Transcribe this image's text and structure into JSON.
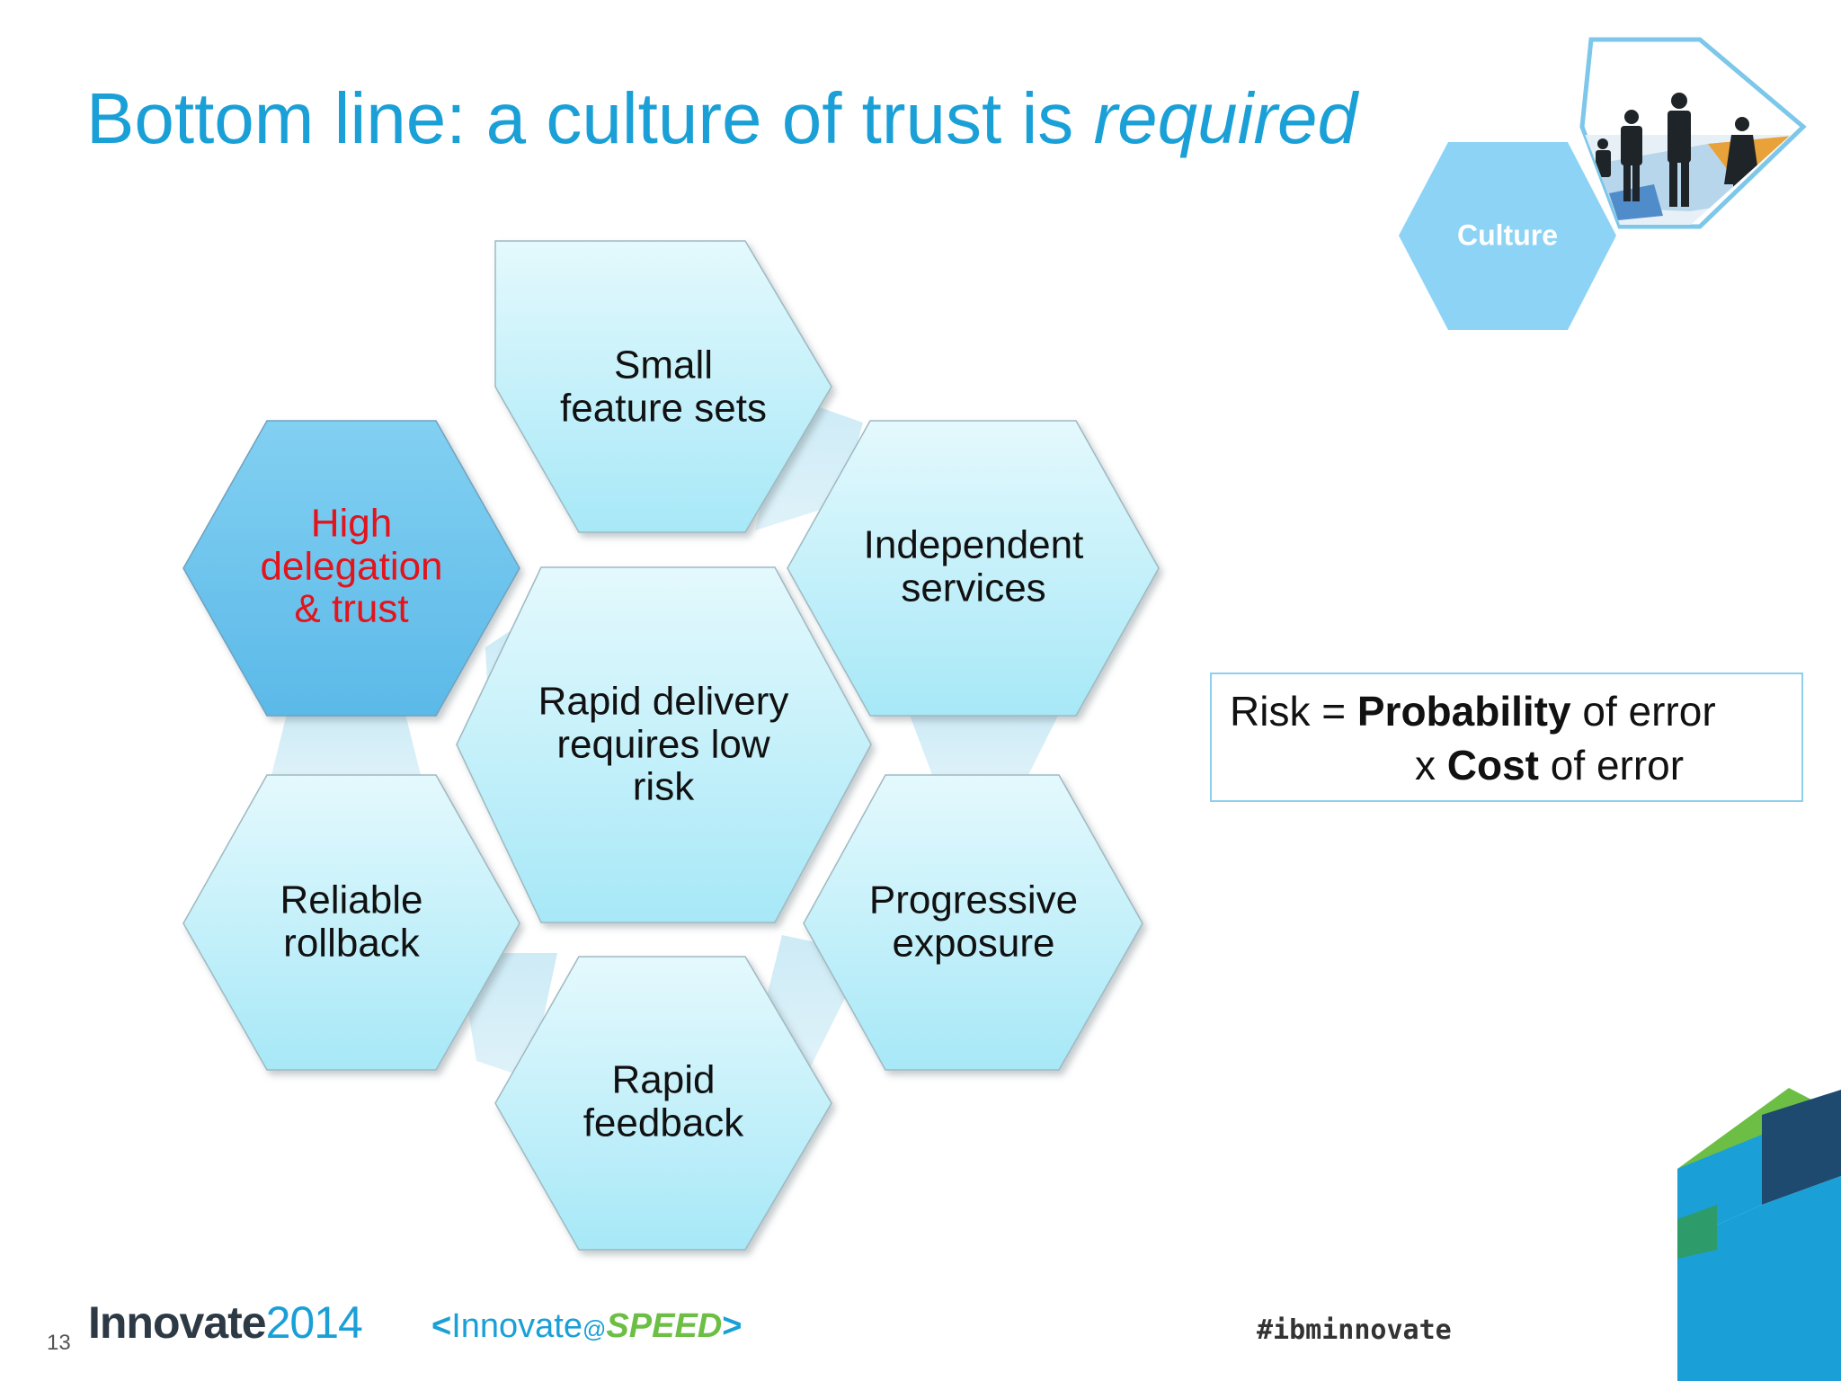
{
  "slide": {
    "title_main": "Bottom line: a culture of trust is ",
    "title_emphasis": "required",
    "page_number": "13"
  },
  "culture_badge": {
    "label": "Culture"
  },
  "hexagons": [
    {
      "id": "small-feature-sets",
      "label": "Small\nfeature sets",
      "highlighted": false
    },
    {
      "id": "independent-services",
      "label": "Independent\nservices",
      "highlighted": false
    },
    {
      "id": "progressive-exposure",
      "label": "Progressive\nexposure",
      "highlighted": false
    },
    {
      "id": "rapid-feedback",
      "label": "Rapid\nfeedback",
      "highlighted": false
    },
    {
      "id": "reliable-rollback",
      "label": "Reliable\nrollback",
      "highlighted": false
    },
    {
      "id": "high-delegation",
      "label": "High\ndelegation\n& trust",
      "highlighted": true
    },
    {
      "id": "rapid-delivery",
      "label": "Rapid delivery\nrequires low\nrisk",
      "highlighted": false
    }
  ],
  "risk_formula": {
    "prefix": "Risk = ",
    "term1": "Probability",
    "term1_suffix": " of error",
    "line2_prefix": "x ",
    "term2": "Cost",
    "term2_suffix": " of error"
  },
  "footer": {
    "innovate_word": "Innovate",
    "innovate_year": "2014",
    "speed_left_bracket": "<",
    "speed_innovate": "Innovate",
    "speed_at": "@",
    "speed_word": "SPEED",
    "speed_right_bracket": ">",
    "hashtag": "#ibminnovate"
  },
  "colors": {
    "title": "#1aa0d6",
    "hex_fill_light": "#b5ecf9",
    "hex_fill_highlight": "#6cc4ec",
    "highlight_text": "#e2141c",
    "culture_badge": "#8dd3f5",
    "ibm_blue": "#1aa0d6",
    "ibm_green": "#6cbe45",
    "ibm_navy": "#1e4a70"
  }
}
